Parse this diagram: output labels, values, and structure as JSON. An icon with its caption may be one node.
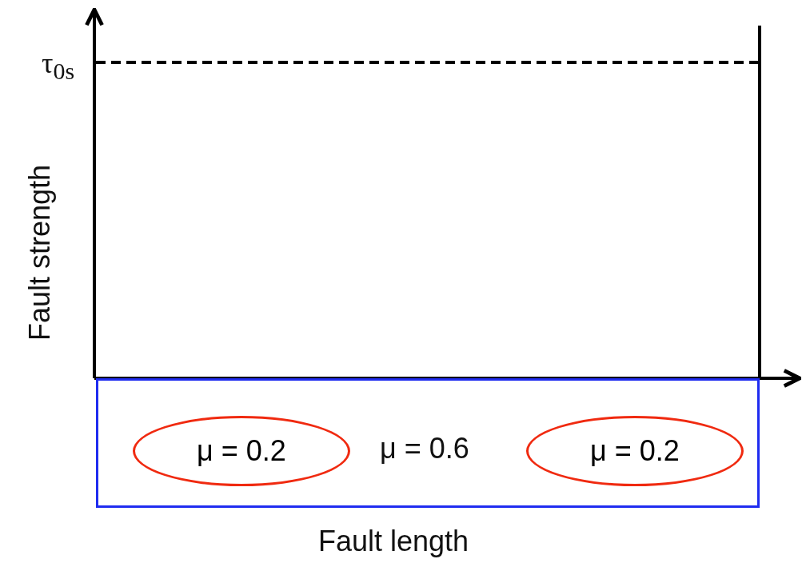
{
  "diagram": {
    "nodes": [
      {
        "text": [
          "μ = 0.6"
        ]
      },
      {
        "text": [
          "μ = 0.2"
        ],
        "in": 0
      },
      {
        "text": [
          "μ = 0.2"
        ],
        "in": 0
      }
    ],
    "labels": [
      "τ$_{0s}$",
      "Fault strength",
      "Fault length"
    ]
  }
}
